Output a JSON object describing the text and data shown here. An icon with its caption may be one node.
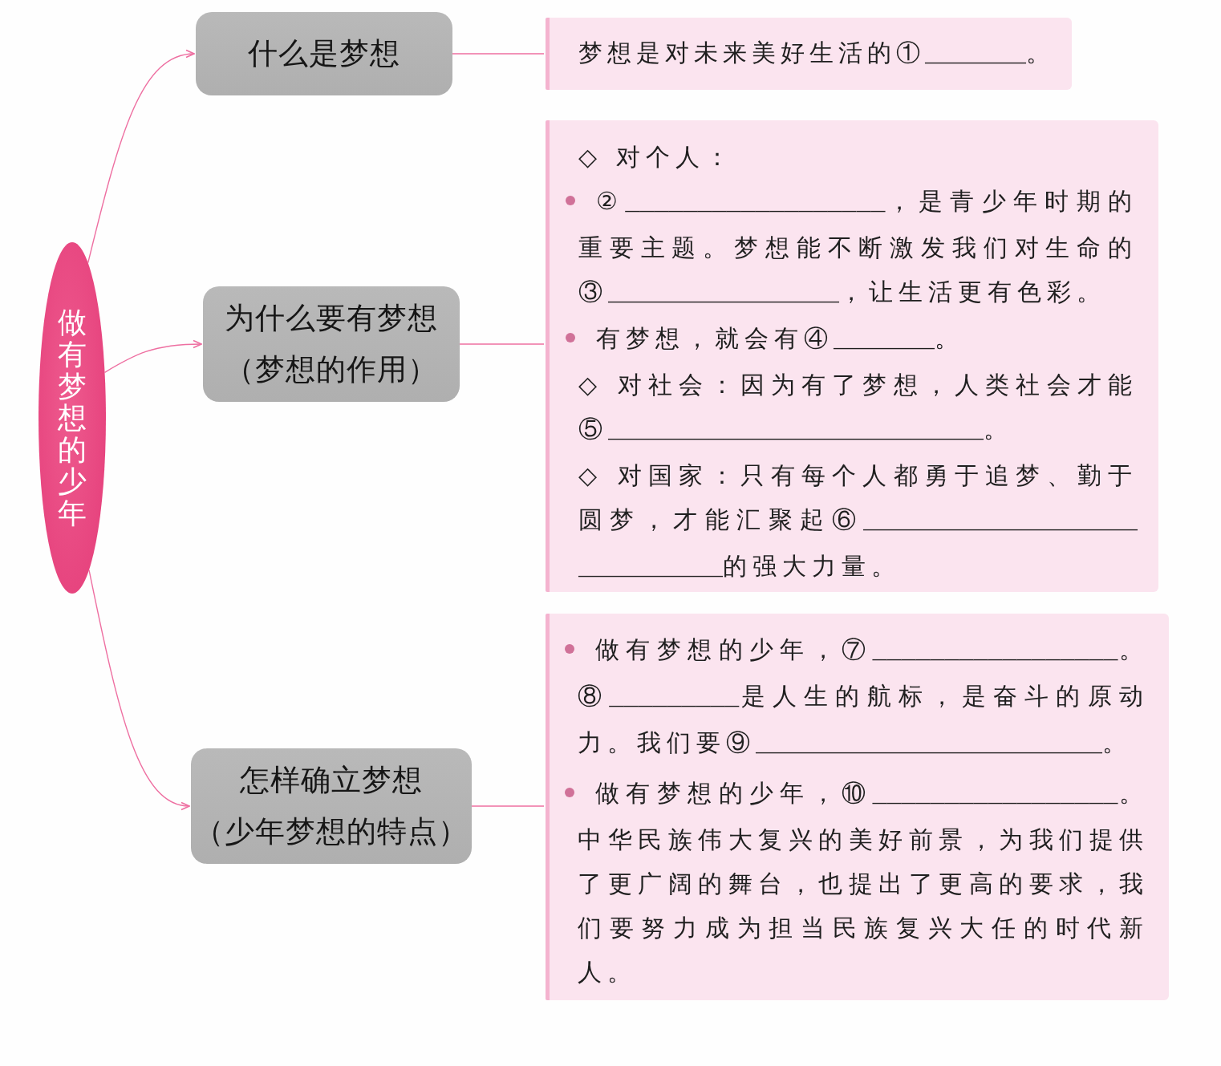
{
  "diagram": {
    "nodes": [
      {
        "text": [
          "做有梦想的少年"
        ]
      },
      {
        "text": [
          "什么是梦想"
        ]
      },
      {
        "text": [
          "为什么要有梦想",
          "（梦想的作用）"
        ]
      },
      {
        "text": [
          "怎样确立梦想",
          "（少年梦想的特点）"
        ]
      },
      {
        "text": [
          "梦想是对未来美好生活的①_______。"
        ]
      },
      {
        "text": [
          "◇ 对个人：",
          "②__________________，是青少年时期的重要主题。梦想能不断激发我们对生命的③________________，让生活更有色彩。",
          "有梦想，就会有④_______。",
          "◇ 对社会：因为有了梦想，人类社会才能⑤__________________________。",
          "◇ 对国家：只有每个人都勇于追梦、勤于圆梦，才能汇聚起⑥___________________ __________的强大力量。"
        ]
      },
      {
        "text": [
          "做有梦想的少年，⑦_________________。⑧_________是人生的航标，是奋斗的原动力。我们要⑨________________________。",
          "做有梦想的少年，⑩_________________。中华民族伟大复兴的美好前景，为我们提供了更广阔的舞台，也提出了更高的要求，我们要努力成为担当民族复兴大任的时代新人。"
        ]
      }
    ],
    "edges": [
      {
        "from": 0,
        "to": 1,
        "arrow": "to"
      },
      {
        "from": 0,
        "to": 2,
        "arrow": "to"
      },
      {
        "from": 0,
        "to": 3,
        "arrow": "to"
      },
      {
        "from": 1,
        "to": 4,
        "arrow": "none"
      },
      {
        "from": 2,
        "to": 5,
        "arrow": "none"
      },
      {
        "from": 3,
        "to": 6,
        "arrow": "none"
      }
    ]
  }
}
